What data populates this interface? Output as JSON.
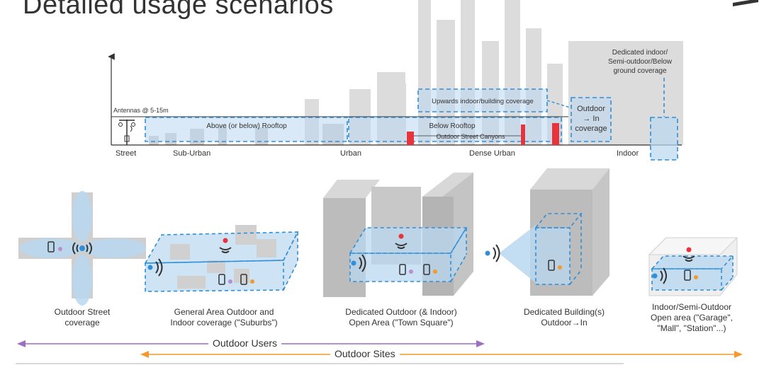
{
  "title": "Detailed usage scenarios",
  "colors": {
    "building": "#d9d9d9",
    "building_dark": "#bdbdbd",
    "coverage_fill": "#b9d7f0",
    "coverage_stroke": "#2f8fd8",
    "red_marker": "#e8333c",
    "outdoor_users": "#9b6fc4",
    "outdoor_sites": "#f29a2e"
  },
  "top_diagram": {
    "antenna_label": "Antennas @ 5-15m",
    "zones": [
      "Street",
      "Sub-Urban",
      "Urban",
      "Dense Urban",
      "Indoor"
    ],
    "above_rooftop": "Above (or below) Rooftop",
    "below_rooftop": "Below Rooftop",
    "street_canyons": "Outdoor Street Canyons",
    "upwards_indoor": "Upwards indoor/building coverage",
    "outdoor_to_in": "Outdoor\n→ In\ncoverage",
    "dedicated_indoor": "Dedicated indoor/\nSemi-outdoor/Below\nground coverage"
  },
  "scenarios": [
    {
      "caption": "Outdoor Street\ncoverage",
      "icon": "street-cross"
    },
    {
      "caption": "General Area Outdoor and\nIndoor coverage (\"Suburbs\")",
      "icon": "suburb-box"
    },
    {
      "caption": "Dedicated Outdoor (& Indoor)\nOpen Area (\"Town Square\")",
      "icon": "town-square"
    },
    {
      "caption": "Dedicated Building(s)\nOutdoor→In",
      "icon": "building-beam"
    },
    {
      "caption": "Indoor/Semi-Outdoor\nOpen area (\"Garage\",\n\"Mall\", \"Station\"...)",
      "icon": "indoor-box"
    }
  ],
  "ranges": {
    "outdoor_users": "Outdoor Users",
    "outdoor_sites": "Outdoor Sites"
  }
}
